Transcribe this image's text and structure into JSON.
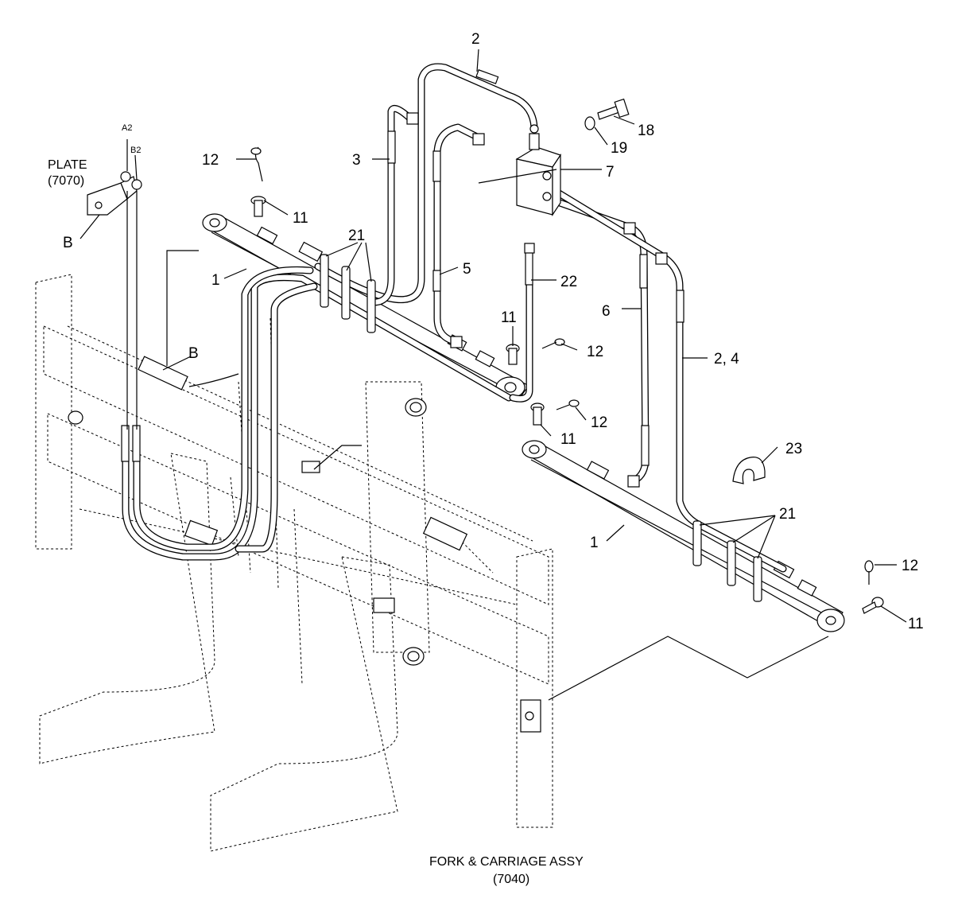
{
  "callouts": {
    "c2_top": "2",
    "c18": "18",
    "c3": "3",
    "c19": "19",
    "c7": "7",
    "c12_a": "12",
    "c11_a": "11",
    "c21_a": "21",
    "c1_a": "1",
    "c5": "5",
    "c22": "22",
    "c6": "6",
    "c11_b": "11",
    "c12_b": "12",
    "c2_4": "2, 4",
    "c12_c": "12",
    "c11_c": "11",
    "c23": "23",
    "c21_b": "21",
    "c1_b": "1",
    "c12_d": "12",
    "c11_d": "11",
    "b_upper": "B",
    "b_lower": "B"
  },
  "plate": {
    "name": "PLATE",
    "code": "(7070)",
    "port_a2": "A2",
    "port_b2": "B2"
  },
  "assembly": {
    "name": "FORK & CARRIAGE ASSY",
    "code": "(7040)"
  }
}
